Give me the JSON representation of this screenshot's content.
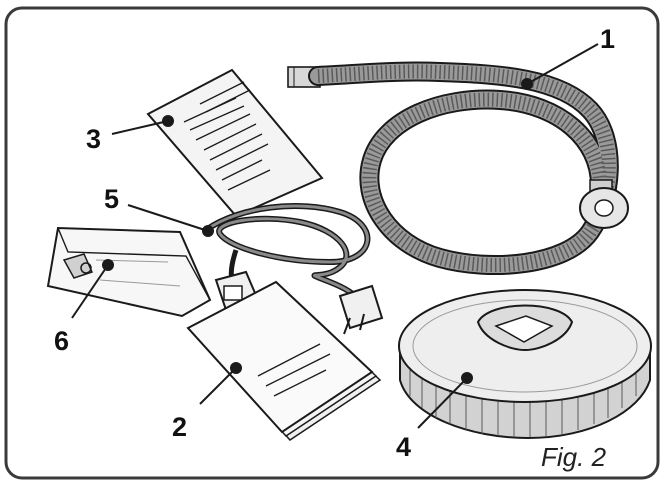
{
  "figure": {
    "caption": "Fig. 2",
    "callouts": [
      {
        "id": "1",
        "label": "1"
      },
      {
        "id": "2",
        "label": "2"
      },
      {
        "id": "3",
        "label": "3"
      },
      {
        "id": "4",
        "label": "4"
      },
      {
        "id": "5",
        "label": "5"
      },
      {
        "id": "6",
        "label": "6"
      }
    ]
  },
  "colors": {
    "frame": "#3a3a3a",
    "ink": "#1a1a1a",
    "hose": "#8c8c8c",
    "hose_dark": "#5a5a5a",
    "cable": "#6e6e6e",
    "paper": "#f4f4f4",
    "brush": "#c8c8c8",
    "background": "#ffffff"
  },
  "icons": [
    "hose-icon",
    "instruction-sheet-icon",
    "manual-booklet-icon",
    "power-cable-icon",
    "brush-head-icon",
    "accessory-bag-icon"
  ]
}
